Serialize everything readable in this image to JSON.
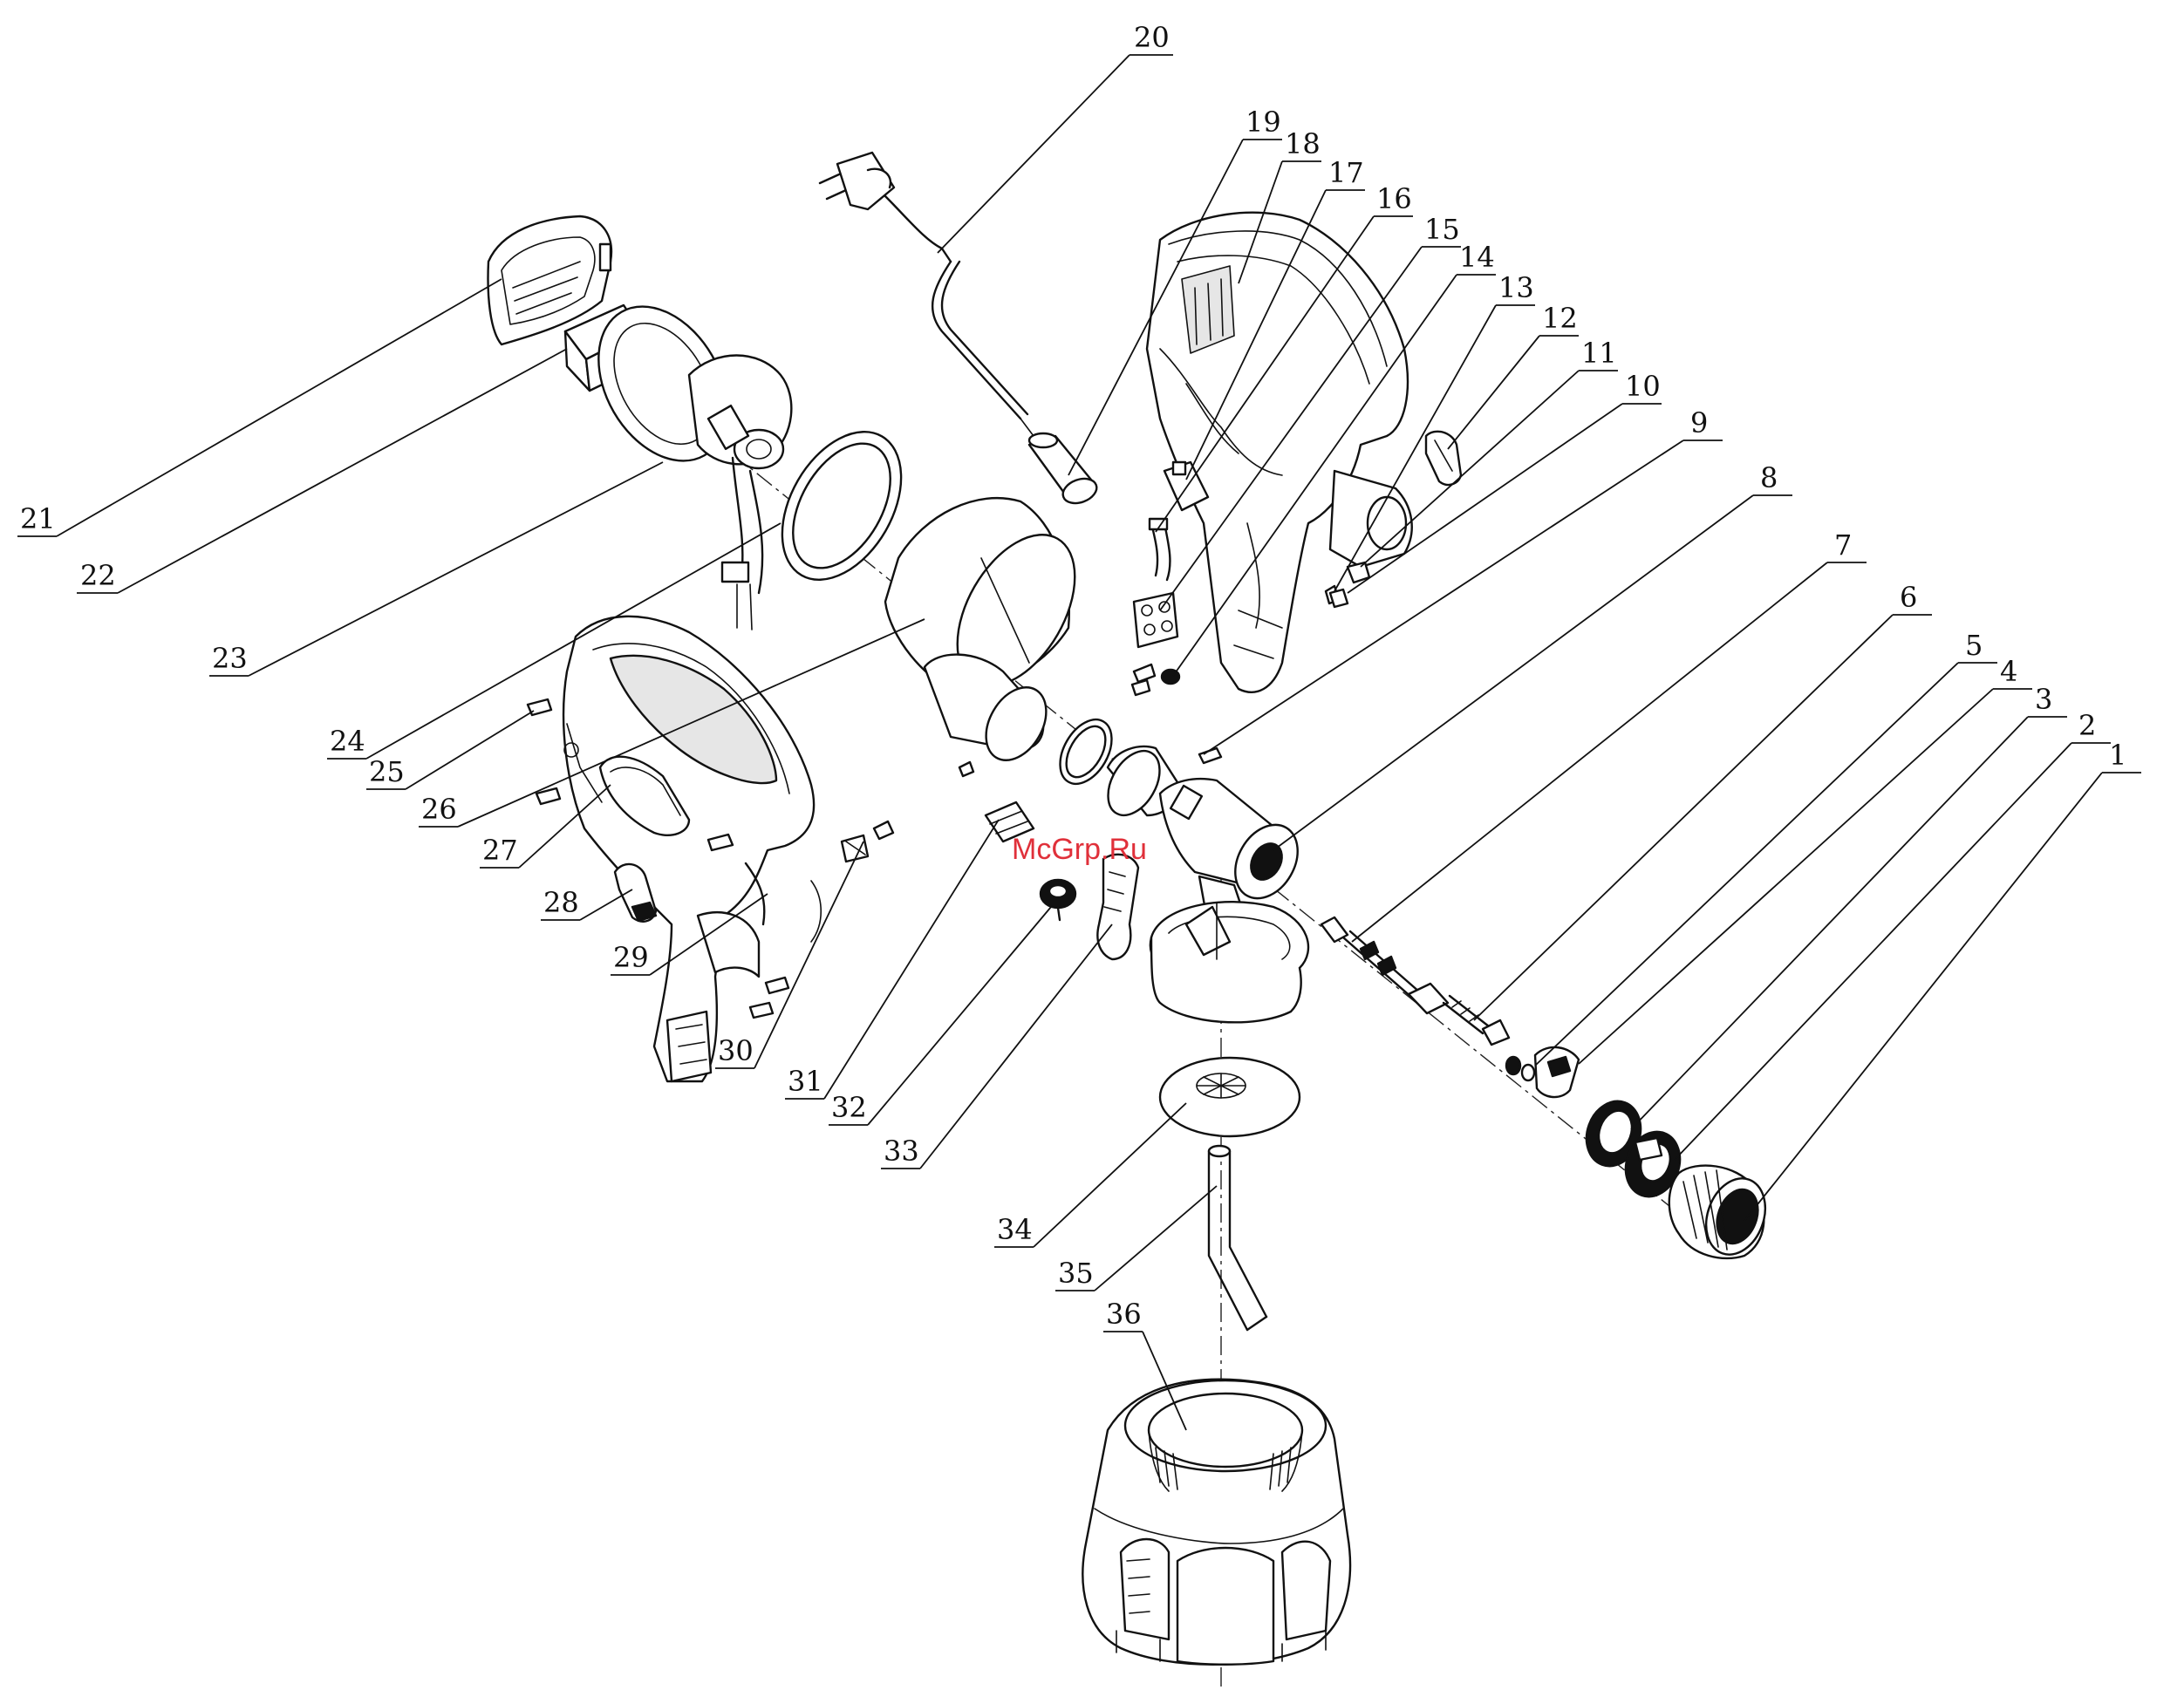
{
  "watermark": "McGrp.Ru",
  "callouts": [
    {
      "id": "1",
      "label": "1"
    },
    {
      "id": "2",
      "label": "2"
    },
    {
      "id": "3",
      "label": "3"
    },
    {
      "id": "4",
      "label": "4"
    },
    {
      "id": "5",
      "label": "5"
    },
    {
      "id": "6",
      "label": "6"
    },
    {
      "id": "7",
      "label": "7"
    },
    {
      "id": "8",
      "label": "8"
    },
    {
      "id": "9",
      "label": "9"
    },
    {
      "id": "10",
      "label": "10"
    },
    {
      "id": "11",
      "label": "11"
    },
    {
      "id": "12",
      "label": "12"
    },
    {
      "id": "13",
      "label": "13"
    },
    {
      "id": "14",
      "label": "14"
    },
    {
      "id": "15",
      "label": "15"
    },
    {
      "id": "16",
      "label": "16"
    },
    {
      "id": "17",
      "label": "17"
    },
    {
      "id": "18",
      "label": "18"
    },
    {
      "id": "19",
      "label": "19"
    },
    {
      "id": "20",
      "label": "20"
    },
    {
      "id": "21",
      "label": "21"
    },
    {
      "id": "22",
      "label": "22"
    },
    {
      "id": "23",
      "label": "23"
    },
    {
      "id": "24",
      "label": "24"
    },
    {
      "id": "25",
      "label": "25"
    },
    {
      "id": "26",
      "label": "26"
    },
    {
      "id": "27",
      "label": "27"
    },
    {
      "id": "28",
      "label": "28"
    },
    {
      "id": "29",
      "label": "29"
    },
    {
      "id": "30",
      "label": "30"
    },
    {
      "id": "31",
      "label": "31"
    },
    {
      "id": "32",
      "label": "32"
    },
    {
      "id": "33",
      "label": "33"
    },
    {
      "id": "34",
      "label": "34"
    },
    {
      "id": "35",
      "label": "35"
    },
    {
      "id": "36",
      "label": "36"
    }
  ]
}
